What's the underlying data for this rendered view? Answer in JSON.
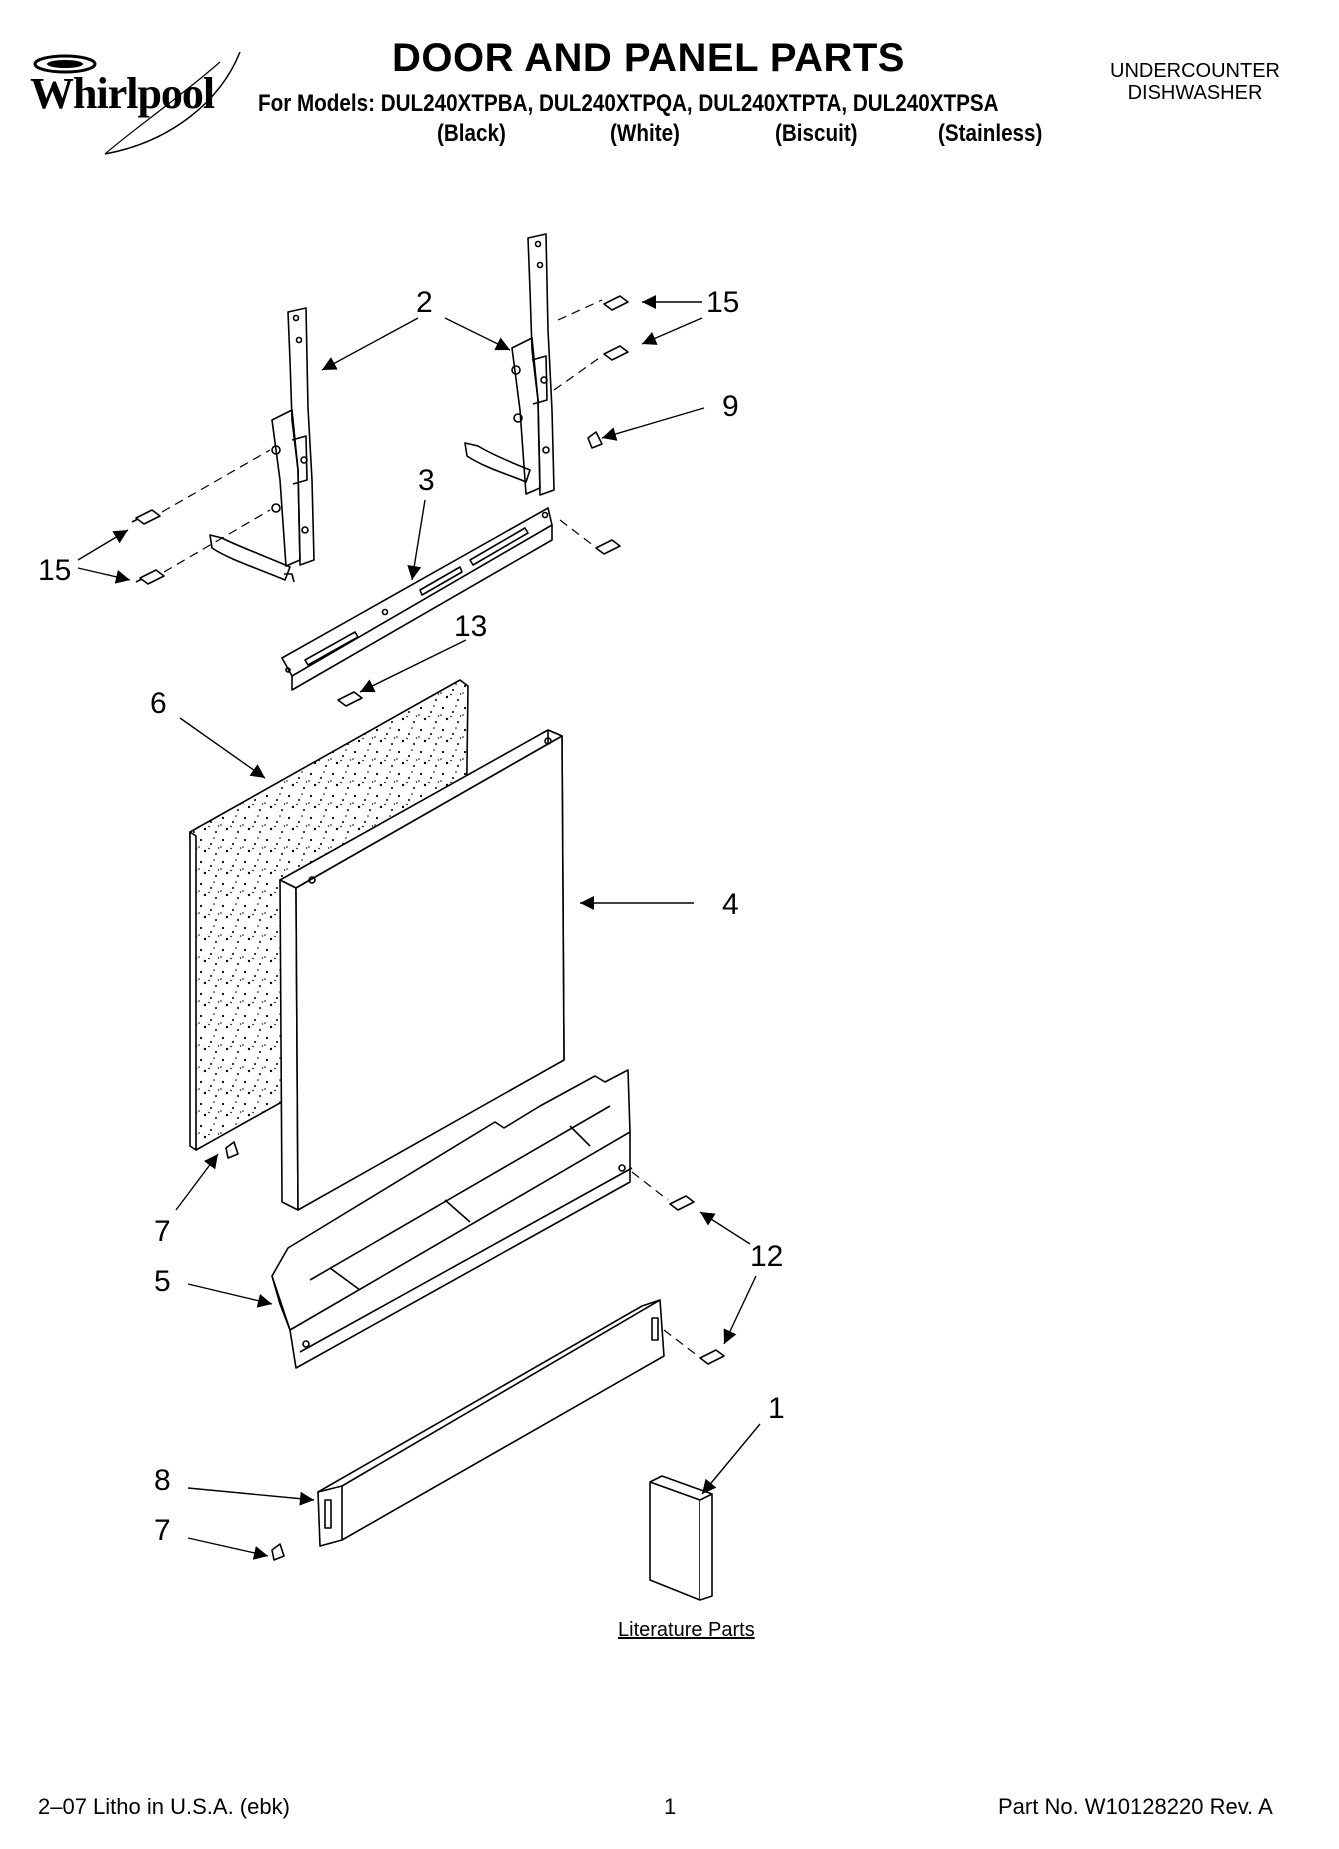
{
  "header": {
    "brand": "Whirlpool",
    "title": "DOOR AND PANEL PARTS",
    "models_line": "For Models: DUL240XTPBA, DUL240XTPQA, DUL240XTPTA, DUL240XTPSA",
    "colors": [
      "(Black)",
      "(White)",
      "(Biscuit)",
      "(Stainless)"
    ],
    "product_type_line1": "UNDERCOUNTER",
    "product_type_line2": "DISHWASHER"
  },
  "callouts": {
    "c2": "2",
    "c15_top": "15",
    "c9": "9",
    "c3": "3",
    "c15_left": "15",
    "c13": "13",
    "c6": "6",
    "c4": "4",
    "c7_upper": "7",
    "c5": "5",
    "c12": "12",
    "c1": "1",
    "c8": "8",
    "c7_lower": "7"
  },
  "literature_label": "Literature Parts",
  "footer": {
    "left": "2–07 Litho in U.S.A. (ebk)",
    "page": "1",
    "part_no": "Part No. W10128220 Rev. A"
  }
}
